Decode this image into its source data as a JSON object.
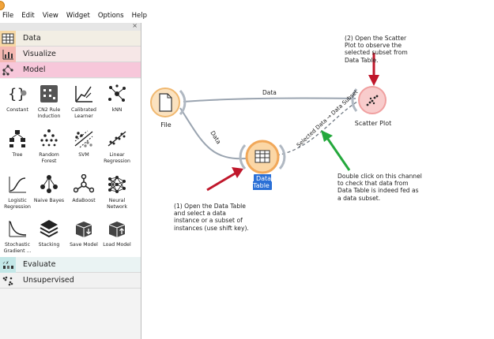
{
  "menubar": {
    "items": [
      "File",
      "Edit",
      "View",
      "Widget",
      "Options",
      "Help"
    ]
  },
  "toolbox": {
    "categories": {
      "data": "Data",
      "visualize": "Visualize",
      "model": "Model",
      "evaluate": "Evaluate",
      "unsupervised": "Unsupervised"
    },
    "widgets": [
      {
        "label": "Constant",
        "icon": "constant-icon"
      },
      {
        "label": "CN2 Rule Induction",
        "icon": "cn2-rule-induction-icon"
      },
      {
        "label": "Calibrated Learner",
        "icon": "calibrated-learner-icon"
      },
      {
        "label": "kNN",
        "icon": "knn-icon"
      },
      {
        "label": "Tree",
        "icon": "tree-icon"
      },
      {
        "label": "Random Forest",
        "icon": "random-forest-icon"
      },
      {
        "label": "SVM",
        "icon": "svm-icon"
      },
      {
        "label": "Linear Regression",
        "icon": "linear-regression-icon"
      },
      {
        "label": "Logistic Regression",
        "icon": "logistic-regression-icon"
      },
      {
        "label": "Naive Bayes",
        "icon": "naive-bayes-icon"
      },
      {
        "label": "AdaBoost",
        "icon": "adaboost-icon"
      },
      {
        "label": "Neural Network",
        "icon": "neural-network-icon"
      },
      {
        "label": "Stochastic Gradient ...",
        "icon": "sgd-icon"
      },
      {
        "label": "Stacking",
        "icon": "stacking-icon"
      },
      {
        "label": "Save Model",
        "icon": "save-model-icon"
      },
      {
        "label": "Load Model",
        "icon": "load-model-icon"
      }
    ]
  },
  "canvas": {
    "nodes": {
      "file": "File",
      "data_table": "Data Table",
      "scatter_plot": "Scatter Plot"
    },
    "links": {
      "file_to_scatter": "Data",
      "file_to_table": "Data",
      "table_to_scatter": "Selected Data → Data Subset"
    },
    "notes": {
      "note1": "(1) Open the Data Table\nand select a data\ninstance or a subset of\ninstances (use shift key).",
      "note2": "(2) Open the Scatter\nPlot to observe the\nselected subset from\nData Table.",
      "note3": "Double click on this channel\nto check that data from\nData Table is indeed fed as\na data subset."
    },
    "colors": {
      "data_node": "#f7c98b",
      "vis_node": "#f4a8a8",
      "arrow_red": "#c0172b",
      "arrow_green": "#24a83c",
      "selection": "#2a6fd6"
    }
  }
}
